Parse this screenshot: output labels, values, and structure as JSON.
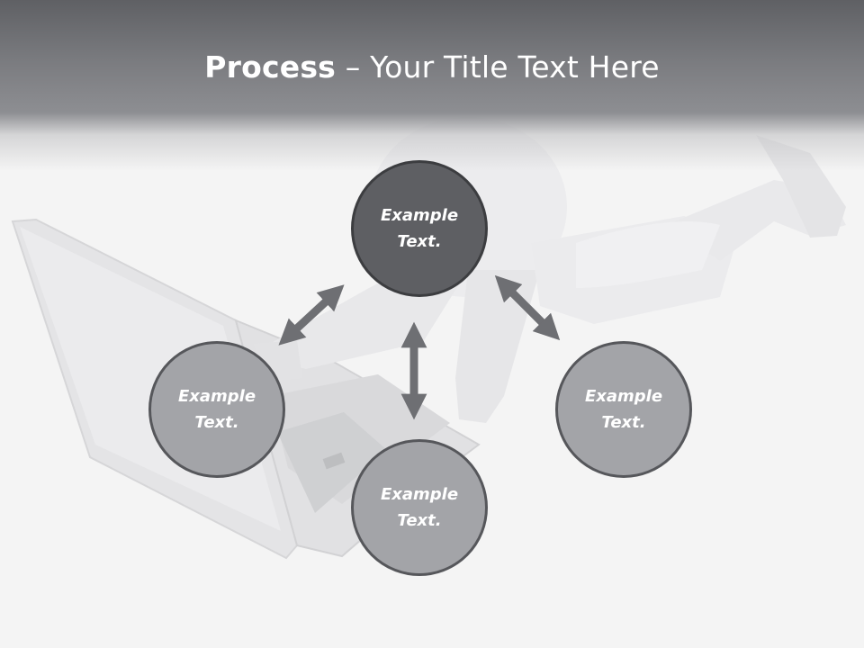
{
  "title": {
    "bold": "Process",
    "rest": " – Your Title Text Here"
  },
  "nodes": {
    "top": {
      "line1": "Example",
      "line2": "Text."
    },
    "left": {
      "line1": "Example",
      "line2": "Text."
    },
    "right": {
      "line1": "Example",
      "line2": "Text."
    },
    "bottom": {
      "line1": "Example",
      "line2": "Text."
    }
  },
  "colors": {
    "header": "#6b6c70",
    "node_active": "#5e5f63",
    "node": "#a3a4a8",
    "arrow": "#6e6f73"
  }
}
